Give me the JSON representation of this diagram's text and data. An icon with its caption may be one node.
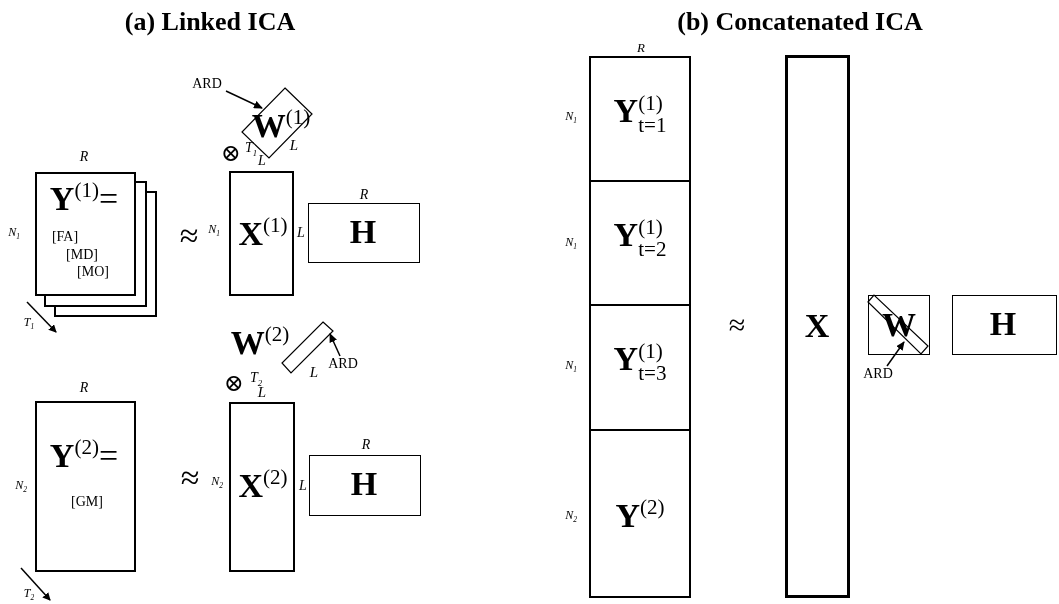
{
  "diagram": {
    "nodes": [
      {
        "text": [
          "**Y**$^{(1)}$=",
          "[FA]",
          "[MD]",
          "[MO]"
        ]
      },
      {
        "text": [
          "**X**$^{(1)}$"
        ]
      },
      {
        "text": [
          "**W**$^{(1)}$"
        ]
      },
      {
        "text": [
          "ARD"
        ]
      },
      {
        "text": [
          "**H**"
        ]
      },
      {
        "text": [
          "**Y**$^{(2)}$=",
          "[GM]"
        ]
      },
      {
        "text": [
          "**X**$^{(2)}$"
        ]
      },
      {
        "text": [
          "**W**$^{(2)}$"
        ]
      },
      {
        "text": [
          "ARD"
        ]
      },
      {
        "text": [
          "**H**"
        ]
      },
      {
        "text": [
          "**Y**$^{(1)}$$_{t=1}$"
        ]
      },
      {
        "text": [
          "**Y**$^{(1)}$$_{t=2}$"
        ]
      },
      {
        "text": [
          "**Y**$^{(1)}$$_{t=3}$"
        ]
      },
      {
        "text": [
          "**Y**$^{(2)}$"
        ]
      },
      {
        "text": [
          "**X**"
        ]
      },
      {
        "text": [
          "**W**"
        ]
      },
      {
        "text": [
          "ARD"
        ]
      },
      {
        "text": [
          "**H**"
        ]
      }
    ],
    "edges": [
      {
        "from": 3,
        "to": 2,
        "arrow": "to"
      },
      {
        "from": 8,
        "to": 7,
        "arrow": "to"
      },
      {
        "from": 16,
        "to": 15,
        "arrow": "to"
      }
    ],
    "labels": [
      "(a) Linked ICA",
      "(b) Concatenated ICA",
      "R",
      "L",
      "⊗",
      "T$_{1}$",
      "L",
      "R",
      "R",
      "N$_{1}$",
      "≈",
      "N$_{1}$",
      "L",
      "N$_{1}$",
      "N$_{1}$",
      "N$_{1}$",
      "T$_{1}$",
      "≈",
      "L",
      "⊗",
      "T$_{2}$",
      "L",
      "R",
      "R",
      "N$_{2}$",
      "≈",
      "N$_{2}$",
      "L",
      "N$_{2}$",
      "T$_{2}$"
    ]
  }
}
